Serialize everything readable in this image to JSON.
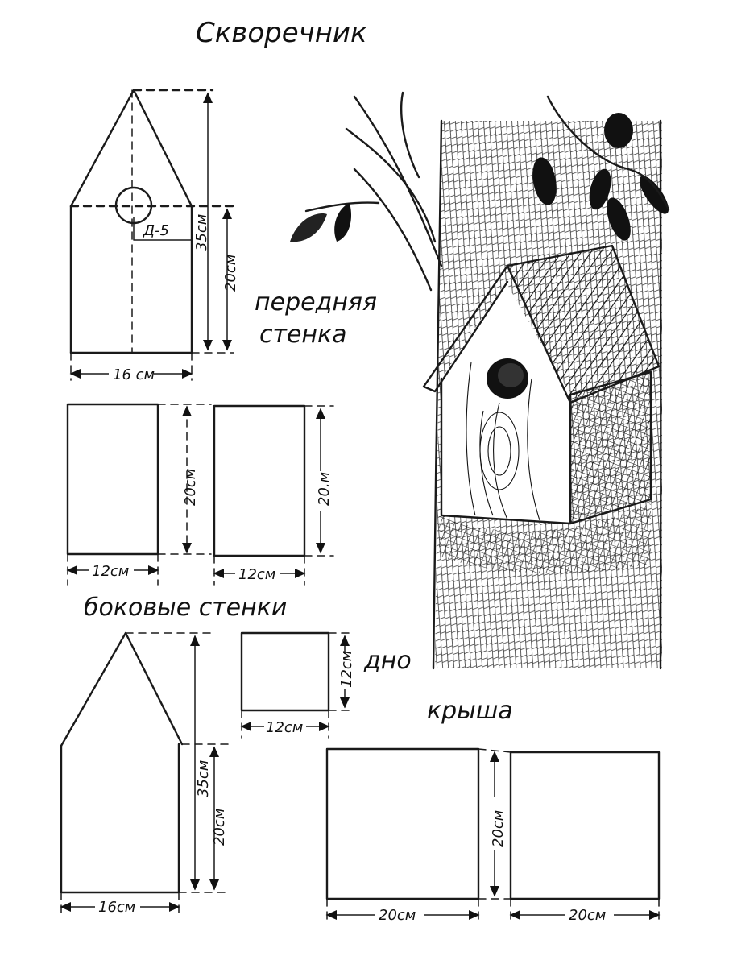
{
  "title": "Скворечник",
  "labels": {
    "front_wall": [
      "передняя",
      "стенка"
    ],
    "side_walls": "боковые стенки",
    "bottom": "дно",
    "roof": "крыша"
  },
  "dimensions": {
    "front_hole": "Д-5",
    "front_total_height": "35см",
    "front_wall_height": "20см",
    "front_width": "16 см",
    "side1_height": "20см",
    "side1_width": "12см",
    "side2_height": "20.м",
    "side2_width": "12см",
    "bottom_height": "12см",
    "bottom_width": "12см",
    "back_total_height": "35см",
    "back_wall_height": "20см",
    "back_width": "16см",
    "roof_height": "20см",
    "roof1_width": "20см",
    "roof2_width": "20см"
  }
}
